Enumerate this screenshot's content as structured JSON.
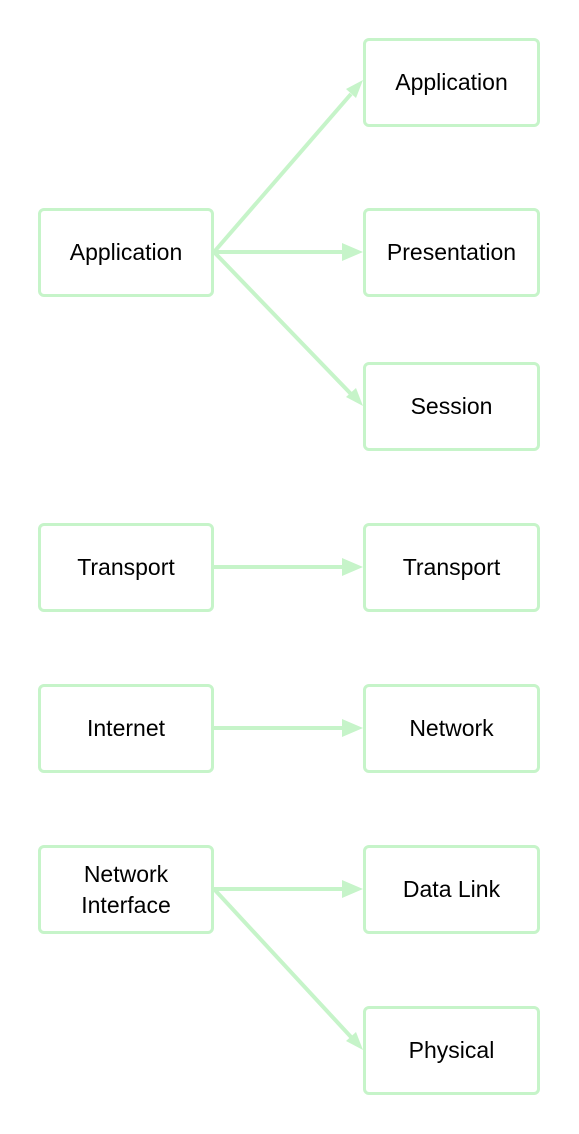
{
  "colors": {
    "node_border": "#c6f4c9",
    "edge": "#c6f4c9",
    "text": "#000000"
  },
  "tcp_ip": {
    "application": "Application",
    "transport": "Transport",
    "internet": "Internet",
    "network_interface": "Network\nInterface"
  },
  "osi": {
    "application": "Application",
    "presentation": "Presentation",
    "session": "Session",
    "transport": "Transport",
    "network": "Network",
    "data_link": "Data Link",
    "physical": "Physical"
  }
}
